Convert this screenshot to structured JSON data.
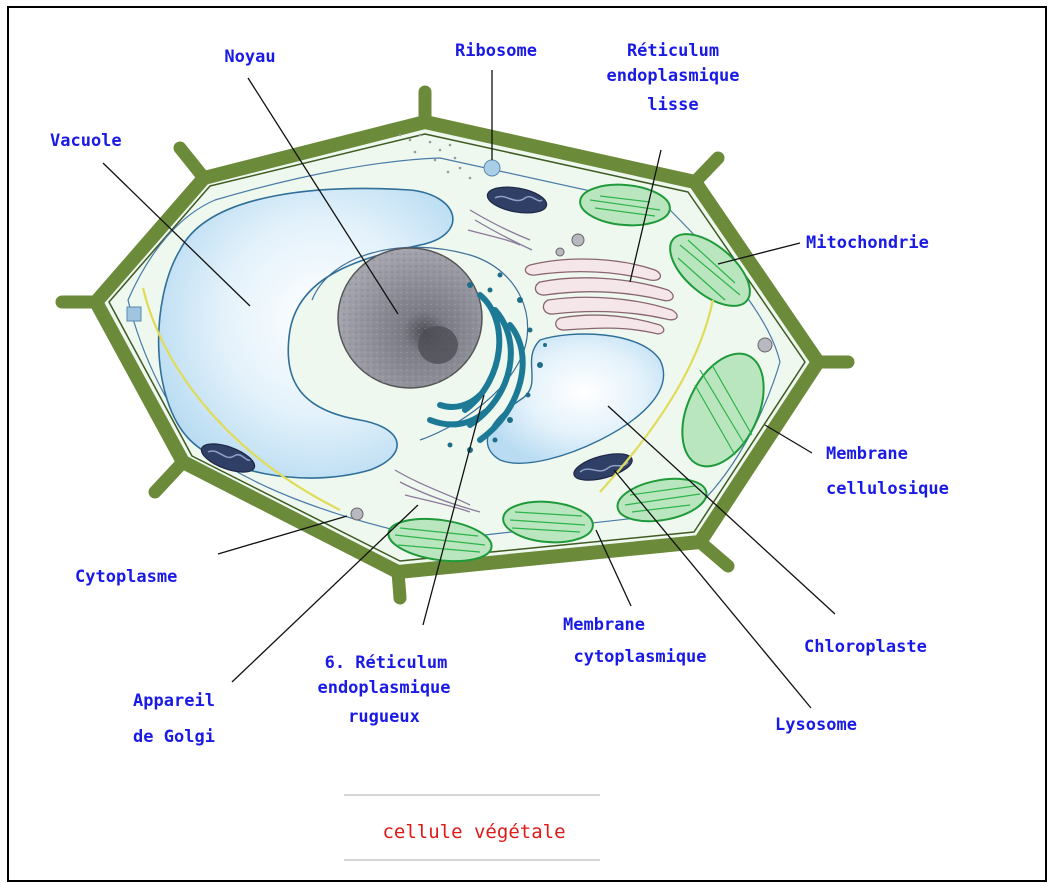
{
  "labels": {
    "noyau": "Noyau",
    "ribosome": "Ribosome",
    "rel_1": "Réticulum",
    "rel_2": "endoplasmique",
    "rel_3": "lisse",
    "vacuole": "Vacuole",
    "mitochondrie": "Mitochondrie",
    "membrane_cell_1": "Membrane",
    "membrane_cell_2": "cellulosique",
    "cytoplasme": "Cytoplasme",
    "golgi_1": "Appareil",
    "golgi_2": "de Golgi",
    "rer_1": "6. Réticulum",
    "rer_2": "endoplasmique",
    "rer_3": "rugueux",
    "membrane_cyto_1": "Membrane",
    "membrane_cyto_2": "cytoplasmique",
    "chloroplaste": "Chloroplaste",
    "lysosome": "Lysosome"
  },
  "caption": "cellule végétale",
  "colors": {
    "label": "#1a1ae6",
    "caption": "#e01818",
    "cell_wall": "#6b8a3a",
    "cytoplasm": "#eef8ee",
    "vacuole": "#cfe8f7",
    "nucleus": "#8e8e98",
    "chloroplast": "#33b34a",
    "rough_er": "#1d7a96"
  }
}
